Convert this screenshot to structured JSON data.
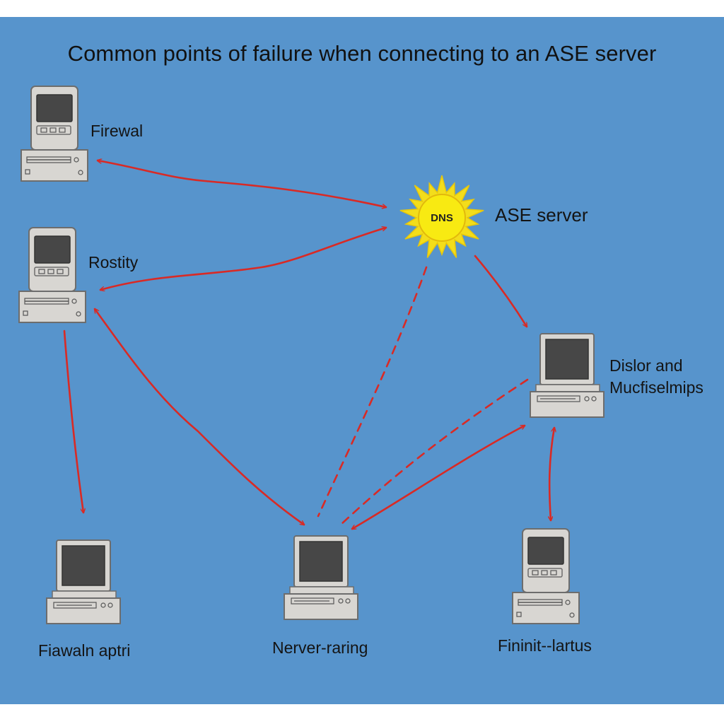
{
  "title": "Common points of failure when connecting to an ASE server",
  "colors": {
    "panel_background": "#5794cc",
    "arrow": "#d92a25",
    "device_body": "#d8d6d2",
    "device_screen": "#474747",
    "dns_core": "#f8ea12",
    "dns_rays": "#f3dd1b"
  },
  "nodes": [
    {
      "id": "n1",
      "label": "Firewal",
      "icon": "desktop-computer-icon"
    },
    {
      "id": "n2",
      "label": "Rostity",
      "icon": "desktop-computer-icon"
    },
    {
      "id": "dns",
      "badge": "DNS",
      "label": "ASE server",
      "icon": "sun-burst-icon"
    },
    {
      "id": "n4",
      "label_line1": "Dislor and",
      "label_line2": "Mucfiselmips",
      "icon": "desktop-computer-icon"
    },
    {
      "id": "n5",
      "label": "Fiawaln aptri",
      "icon": "desktop-computer-icon"
    },
    {
      "id": "n6",
      "label": "Nerver-raring",
      "icon": "desktop-computer-icon"
    },
    {
      "id": "n7",
      "label": "Fininit--lartus",
      "icon": "desktop-computer-icon"
    }
  ],
  "connections": [
    {
      "from": "dns",
      "to": "n1",
      "style": "solid",
      "heads": "both"
    },
    {
      "from": "dns",
      "to": "n2",
      "style": "solid",
      "heads": "both"
    },
    {
      "from": "n2",
      "to": "n5",
      "style": "solid",
      "heads": "end"
    },
    {
      "from": "n2",
      "to": "n6",
      "style": "solid",
      "heads": "both"
    },
    {
      "from": "dns",
      "to": "n6",
      "style": "dashed",
      "heads": "none"
    },
    {
      "from": "dns",
      "to": "n4",
      "style": "solid",
      "heads": "end"
    },
    {
      "from": "n4",
      "to": "n6",
      "style": "dashed",
      "heads": "none"
    },
    {
      "from": "n4",
      "to": "n6",
      "style": "solid",
      "heads": "both"
    },
    {
      "from": "n4",
      "to": "n7",
      "style": "solid",
      "heads": "both"
    }
  ]
}
